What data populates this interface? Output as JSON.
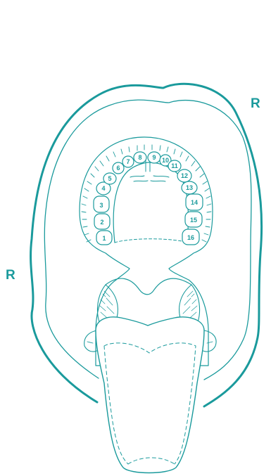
{
  "diagram": {
    "side_labels": {
      "right_top": "R",
      "left_middle": "R"
    },
    "teeth": [
      "1",
      "2",
      "3",
      "4",
      "5",
      "6",
      "7",
      "8",
      "9",
      "10",
      "11",
      "12",
      "13",
      "14",
      "15",
      "16"
    ]
  },
  "colors": {
    "line": "#1a9a9c"
  }
}
